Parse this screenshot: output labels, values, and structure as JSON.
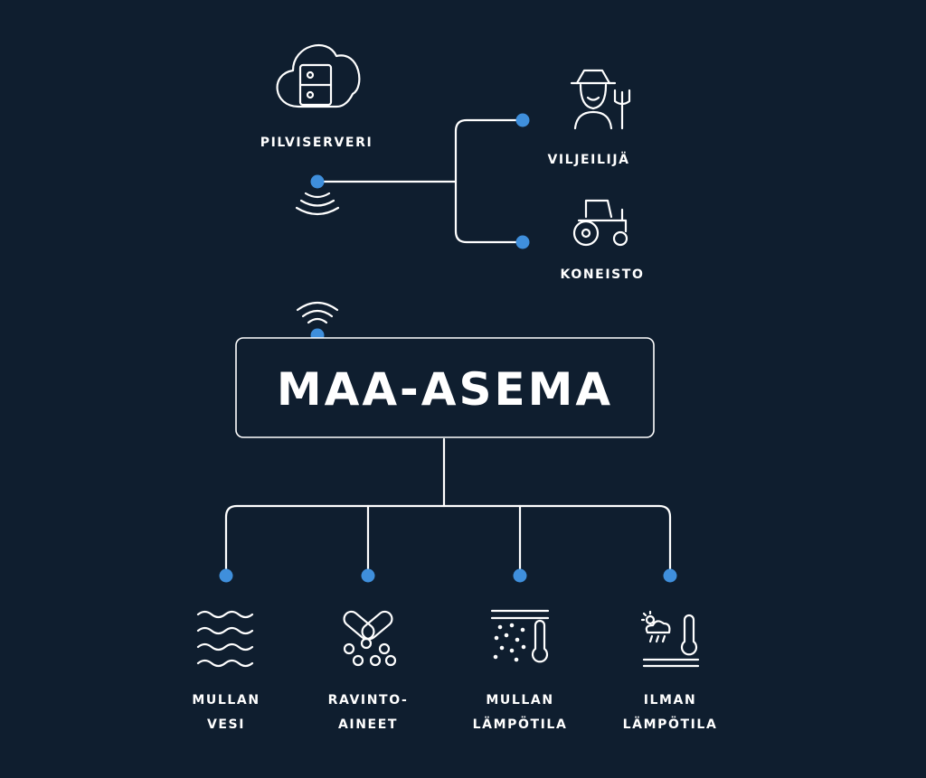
{
  "colors": {
    "background": "#0f1e2f",
    "line": "#ffffff",
    "node_dot": "#3f8fdc"
  },
  "hub": {
    "label": "MAA-ASEMA"
  },
  "cloud": {
    "label": "PILVISERVERI",
    "icon": "cloud-server-icon"
  },
  "outputs": [
    {
      "label": "VILJEILIJÄ",
      "icon": "farmer-icon"
    },
    {
      "label": "KONEISTO",
      "icon": "tractor-icon"
    }
  ],
  "sensors": [
    {
      "line1": "MULLAN",
      "line2": "VESI",
      "icon": "water-waves-icon"
    },
    {
      "line1": "RAVINTO-",
      "line2": "AINEET",
      "icon": "nutrients-icon"
    },
    {
      "line1": "MULLAN",
      "line2": "LÄMPÖTILA",
      "icon": "soil-thermometer-icon"
    },
    {
      "line1": "ILMAN",
      "line2": "LÄMPÖTILA",
      "icon": "weather-thermometer-icon"
    }
  ]
}
